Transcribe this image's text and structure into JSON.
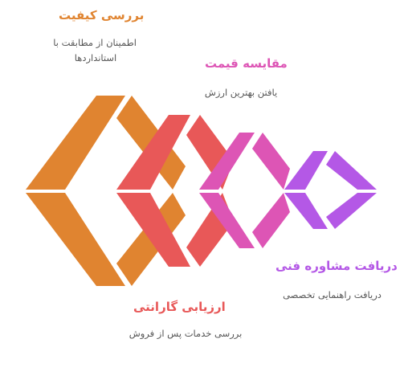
{
  "colors": {
    "orange": "#E08430",
    "red": "#E85858",
    "pink": "#DD55B5",
    "purple": "#B458E6"
  },
  "steps": [
    {
      "title": "بررسی کیفیت",
      "desc_lines": [
        "اطمینان از مطابقت با",
        "استانداردها"
      ]
    },
    {
      "title": "مقایسه قیمت",
      "desc_lines": [
        "یافتن بهترین ارزش"
      ]
    },
    {
      "title": "دریافت مشاوره فنی",
      "desc_lines": [
        "دریافت راهنمایی تخصصی"
      ]
    },
    {
      "title": "ارزیابی گارانتی",
      "desc_lines": [
        "بررسی خدمات پس از فروش"
      ]
    }
  ]
}
